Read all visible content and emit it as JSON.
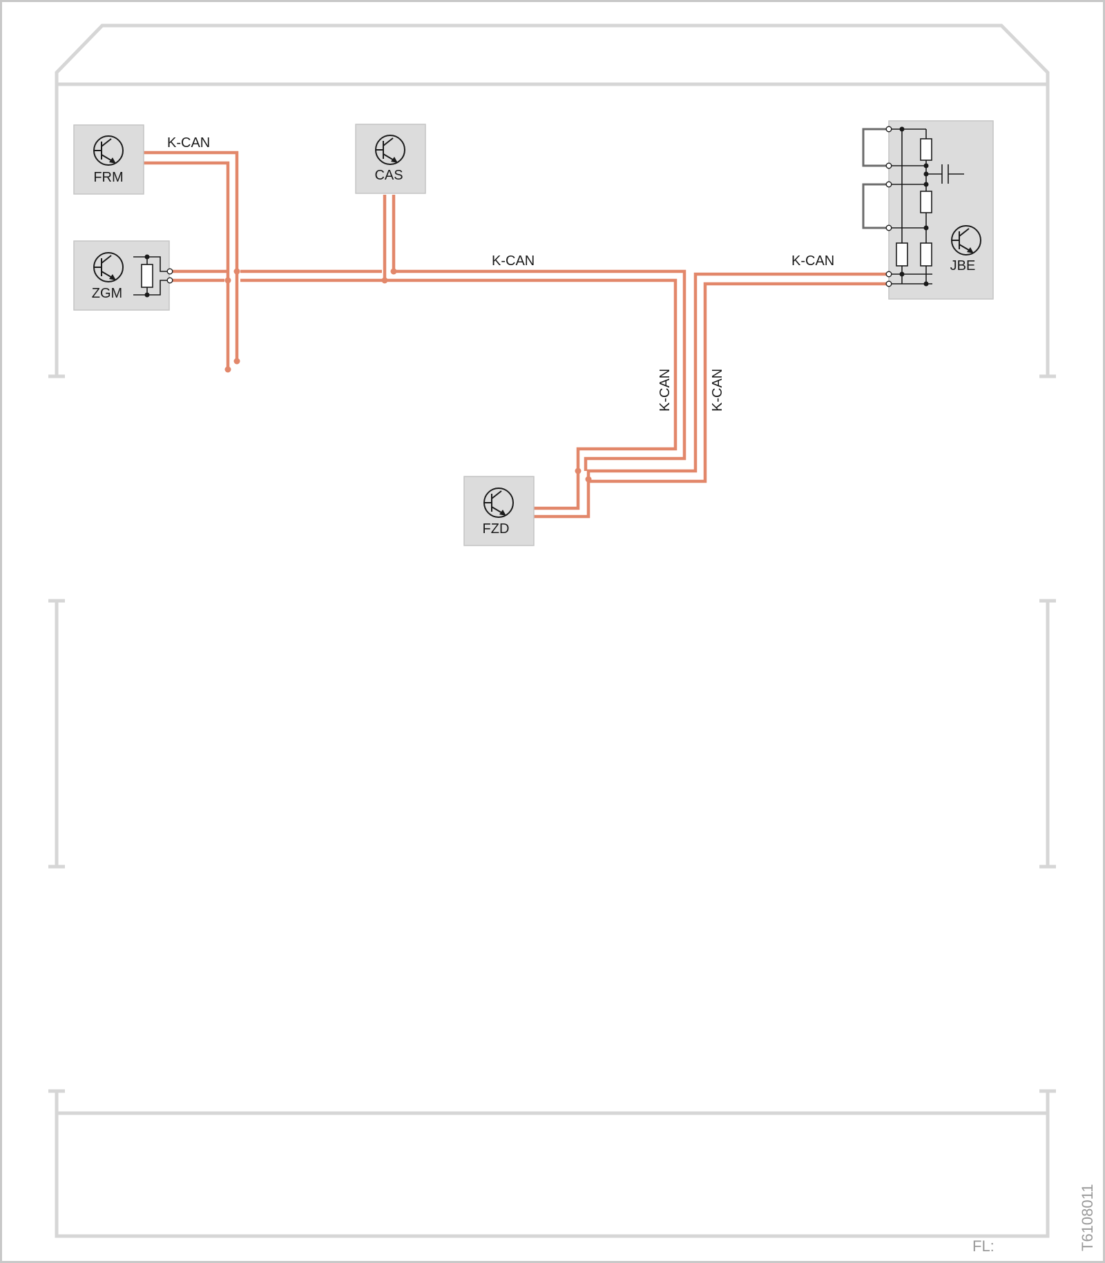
{
  "diagram": {
    "modules": [
      {
        "id": "frm",
        "label": "FRM"
      },
      {
        "id": "cas",
        "label": "CAS"
      },
      {
        "id": "zgm",
        "label": "ZGM"
      },
      {
        "id": "jbe",
        "label": "JBE"
      },
      {
        "id": "fzd",
        "label": "FZD"
      }
    ],
    "bus_labels": {
      "frm_bus": "K-CAN",
      "main_bus": "K-CAN",
      "jbe_bus": "K-CAN",
      "vertical_left": "K-CAN",
      "vertical_right": "K-CAN"
    },
    "footer": {
      "fl_label": "FL:",
      "figure_id": "T6108011"
    },
    "colors": {
      "bus_wire": "#e2876a",
      "module_fill": "#dcdcdc",
      "frame": "#d6d6d6"
    }
  }
}
